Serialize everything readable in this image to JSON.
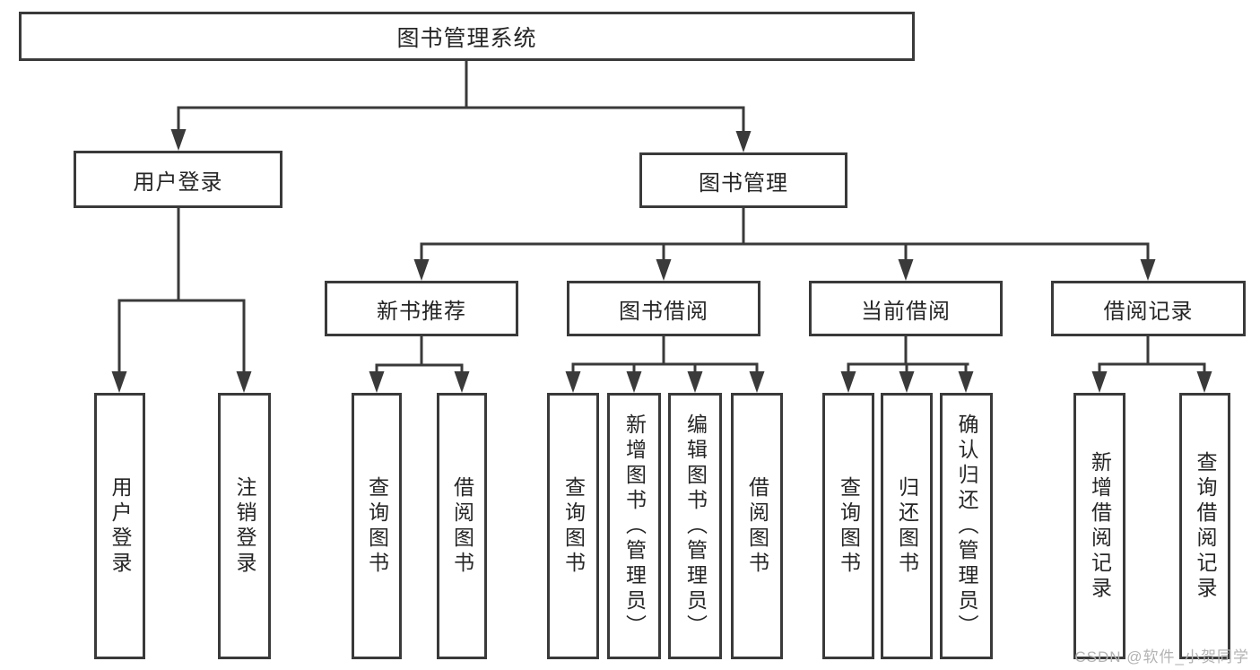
{
  "diagram": {
    "root_label": "图书管理系统",
    "user_branch": {
      "label": "用户登录",
      "children": [
        "用户登录",
        "注销登录"
      ]
    },
    "book_branch": {
      "label": "图书管理",
      "sections": [
        {
          "label": "新书推荐",
          "children": [
            "查询图书",
            "借阅图书"
          ]
        },
        {
          "label": "图书借阅",
          "children": [
            "查询图书",
            "新增图书（管理员）",
            "编辑图书（管理员）",
            "借阅图书"
          ]
        },
        {
          "label": "当前借阅",
          "children": [
            "查询图书",
            "归还图书",
            "确认归还（管理员）"
          ]
        },
        {
          "label": "借阅记录",
          "children": [
            "新增借阅记录",
            "查询借阅记录"
          ]
        }
      ]
    },
    "colors": {
      "line": "#3a3a3a",
      "text": "#262626",
      "watermark": "#b3b3b3",
      "background": "#ffffff"
    },
    "watermark": "CSDN @软件_小贺同学"
  }
}
